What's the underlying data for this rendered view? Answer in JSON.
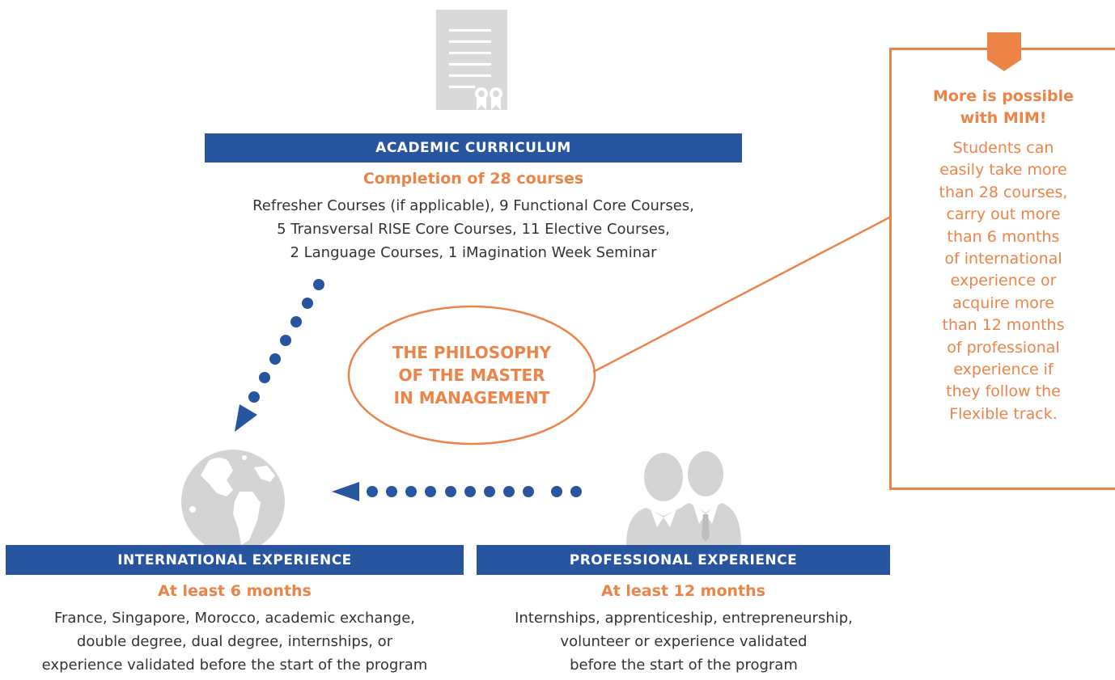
{
  "academic": {
    "title": "ACADEMIC CURRICULUM",
    "subtitle": "Completion of 28 courses",
    "lines": [
      "Refresher Courses (if applicable), 9 Functional Core Courses,",
      "5 Transversal RISE Core Courses, 11 Elective Courses,",
      "2 Language Courses, 1 iMagination Week Seminar"
    ]
  },
  "philosophy": {
    "lines": [
      "THE PHILOSOPHY",
      "OF THE MASTER",
      "IN MANAGEMENT"
    ]
  },
  "international": {
    "title": "INTERNATIONAL EXPERIENCE",
    "subtitle": "At least 6 months",
    "lines": [
      "France, Singapore, Morocco, academic exchange,",
      "double degree, dual degree, internships, or",
      "experience validated before the start of the program"
    ]
  },
  "professional": {
    "title": "PROFESSIONAL EXPERIENCE",
    "subtitle": "At least 12 months",
    "lines": [
      "Internships, apprenticeship, entrepreneurship,",
      "volunteer or experience validated",
      "before the start of the program"
    ]
  },
  "more": {
    "title_lines": [
      "More is possible",
      "with MIM!"
    ],
    "lines": [
      "Students can",
      "easily take more",
      "than 28 courses,",
      "carry out more",
      "than 6 months",
      "of international",
      "experience or",
      "acquire more",
      "than 12 months",
      "of professional",
      "experience if",
      "they follow the",
      "Flexible track."
    ]
  },
  "icons": [
    "diploma-icon",
    "globe-icon",
    "people-icon"
  ],
  "colors": {
    "blue": "#2855a0",
    "orange": "#ec8448",
    "gray": "#d4d4d4",
    "text": "#333333"
  }
}
